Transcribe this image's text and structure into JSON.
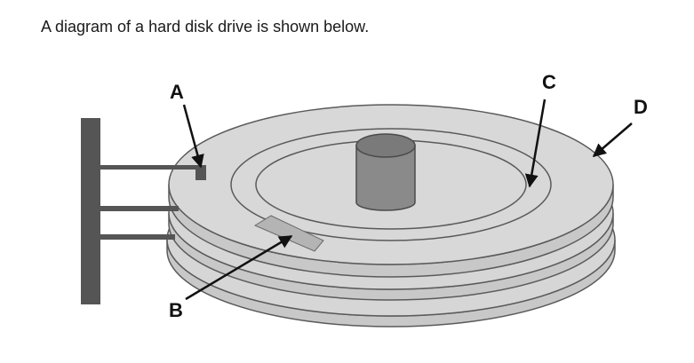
{
  "caption": "A diagram of a hard disk drive is shown below.",
  "labels": {
    "a": "A",
    "b": "B",
    "c": "C",
    "d": "D"
  },
  "colors": {
    "platter": "#d6d6d6",
    "platter_edge": "#5a5a5a",
    "spindle": "#8a8a8a",
    "arm": "#555555",
    "sector": "#b4b4b4"
  }
}
